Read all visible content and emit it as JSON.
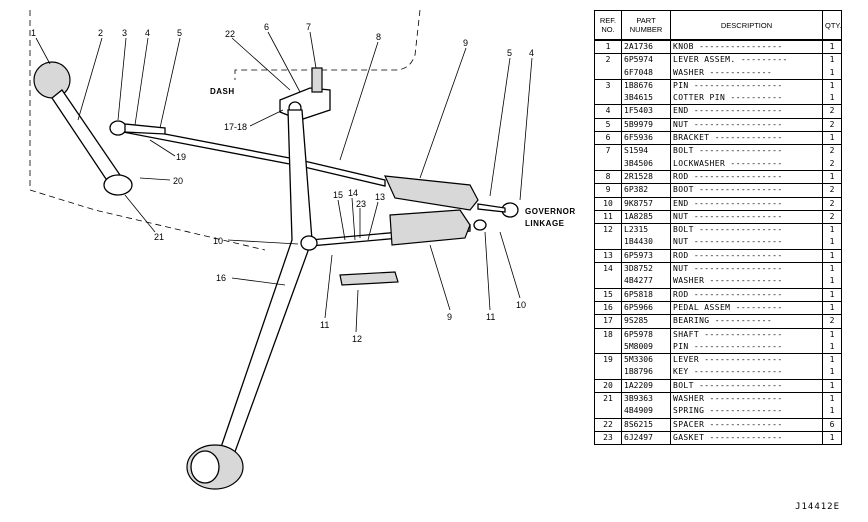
{
  "diagram": {
    "callouts": [
      "1",
      "2",
      "3",
      "4",
      "5",
      "22",
      "6",
      "7",
      "8",
      "9",
      "5",
      "4",
      "17-18",
      "19",
      "20",
      "21",
      "10",
      "15",
      "14",
      "23",
      "13",
      "11",
      "10",
      "16",
      "11",
      "12",
      "9"
    ],
    "labels": {
      "dash": "DASH",
      "governor": "GOVERNOR",
      "linkage": "LINKAGE"
    }
  },
  "table": {
    "headers": {
      "ref_line1": "REF.",
      "ref_line2": "NO.",
      "part_line1": "PART",
      "part_line2": "NUMBER",
      "description": "DESCRIPTION",
      "qty": "QTY."
    },
    "rows": [
      {
        "ref": "1",
        "part": "2A1736",
        "desc": "KNOB ----------------",
        "qty": "1",
        "start": true
      },
      {
        "ref": "2",
        "part": "6P5974",
        "desc": "LEVER ASSEM. ---------",
        "qty": "1",
        "start": true
      },
      {
        "ref": "",
        "part": "6F7048",
        "desc": "  WASHER ------------",
        "qty": "1"
      },
      {
        "ref": "3",
        "part": "1B8676",
        "desc": "PIN -----------------",
        "qty": "1",
        "start": true
      },
      {
        "ref": "",
        "part": "3B4615",
        "desc": "COTTER PIN ----------",
        "qty": "1"
      },
      {
        "ref": "4",
        "part": "1F5403",
        "desc": "END -----------------",
        "qty": "2",
        "start": true
      },
      {
        "ref": "5",
        "part": "5B9979",
        "desc": "NUT -----------------",
        "qty": "2",
        "start": true
      },
      {
        "ref": "6",
        "part": "6F5936",
        "desc": "BRACKET -------------",
        "qty": "1",
        "start": true
      },
      {
        "ref": "7",
        "part": "S1594",
        "desc": "BOLT ----------------",
        "qty": "2",
        "start": true
      },
      {
        "ref": "",
        "part": "3B4506",
        "desc": "LOCKWASHER ----------",
        "qty": "2"
      },
      {
        "ref": "8",
        "part": "2R1528",
        "desc": "ROD -----------------",
        "qty": "1",
        "start": true
      },
      {
        "ref": "9",
        "part": "6P382",
        "desc": "BOOT ----------------",
        "qty": "2",
        "start": true
      },
      {
        "ref": "10",
        "part": "9K8757",
        "desc": "END -----------------",
        "qty": "2",
        "start": true
      },
      {
        "ref": "11",
        "part": "1A8285",
        "desc": "NUT -----------------",
        "qty": "2",
        "start": true
      },
      {
        "ref": "12",
        "part": "L2315",
        "desc": "BOLT ----------------",
        "qty": "1",
        "start": true
      },
      {
        "ref": "",
        "part": "1B4430",
        "desc": "NUT -----------------",
        "qty": "1"
      },
      {
        "ref": "13",
        "part": "6P5973",
        "desc": "ROD -----------------",
        "qty": "1",
        "start": true
      },
      {
        "ref": "14",
        "part": "3D8752",
        "desc": "NUT -----------------",
        "qty": "1",
        "start": true
      },
      {
        "ref": "",
        "part": "4B4277",
        "desc": "WASHER --------------",
        "qty": "1"
      },
      {
        "ref": "15",
        "part": "6P5818",
        "desc": "ROD -----------------",
        "qty": "1",
        "start": true
      },
      {
        "ref": "16",
        "part": "6P5966",
        "desc": "PEDAL ASSEM ---------",
        "qty": "1",
        "start": true
      },
      {
        "ref": "17",
        "part": "9S285",
        "desc": "  BEARING -----------",
        "qty": "2",
        "start": true
      },
      {
        "ref": "18",
        "part": "6P5978",
        "desc": "SHAFT ---------------",
        "qty": "1",
        "start": true
      },
      {
        "ref": "",
        "part": "5M8009",
        "desc": "PIN -----------------",
        "qty": "1"
      },
      {
        "ref": "19",
        "part": "5M3306",
        "desc": "LEVER ---------------",
        "qty": "1",
        "start": true
      },
      {
        "ref": "",
        "part": "1B8796",
        "desc": "KEY -----------------",
        "qty": "1"
      },
      {
        "ref": "20",
        "part": "1A2209",
        "desc": "BOLT ----------------",
        "qty": "1",
        "start": true
      },
      {
        "ref": "21",
        "part": "3B9363",
        "desc": "WASHER --------------",
        "qty": "1",
        "start": true
      },
      {
        "ref": "",
        "part": "4B4909",
        "desc": "SPRING --------------",
        "qty": "1"
      },
      {
        "ref": "22",
        "part": "8S6215",
        "desc": "SPACER --------------",
        "qty": "6",
        "start": true
      },
      {
        "ref": "23",
        "part": "6J2497",
        "desc": "GASKET --------------",
        "qty": "1",
        "start": true
      }
    ]
  },
  "drawing_number": "J14412E"
}
